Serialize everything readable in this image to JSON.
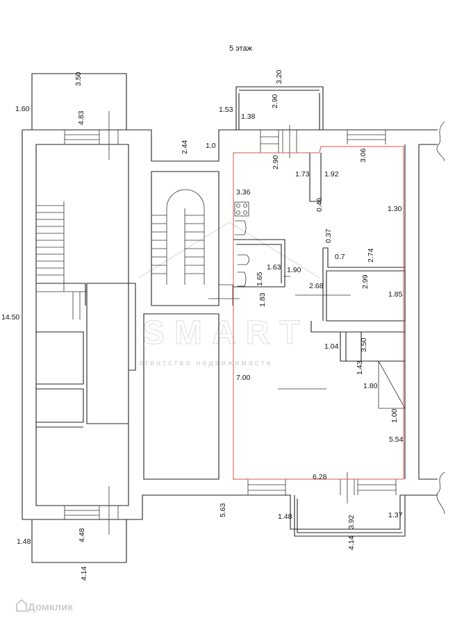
{
  "title": "5 этаж",
  "watermark": {
    "brand": "SMART",
    "subtitle": "агентство недвижимости"
  },
  "logo": "Домклик",
  "dimensions": [
    "3.50",
    "1.60",
    "4.83",
    "3.20",
    "2.90",
    "1.53",
    "1.38",
    "2.44",
    "1.0",
    "2.90",
    "3.06",
    "1.73",
    "1.92",
    "3.36",
    "0.46",
    "1.30",
    "0.37",
    "0.7",
    "2.74",
    "1.63",
    "1.90",
    "1.65",
    "2.68",
    "2.99",
    "1.85",
    "1.83",
    "14.50",
    "1.04",
    "3.50",
    "1.43",
    "7.00",
    "1.80",
    "1.00",
    "5.54",
    "6.28",
    "5.63",
    "1.48",
    "1.37",
    "3.92",
    "4.48",
    "1.48",
    "4.14",
    "4.14"
  ],
  "colors": {
    "apartment_outline": "#d9534f",
    "walls": "#222222"
  }
}
